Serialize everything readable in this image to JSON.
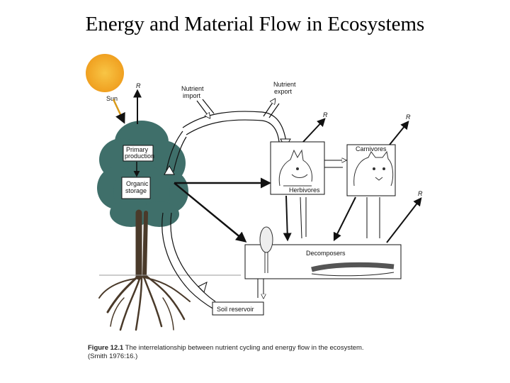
{
  "title": "Energy and Material Flow in Ecosystems",
  "labels": {
    "sun": "Sun",
    "respiration": "R",
    "nutrient_import_1": "Nutrient",
    "nutrient_import_2": "import",
    "nutrient_export_1": "Nutrient",
    "nutrient_export_2": "export",
    "primary_production_1": "Primary",
    "primary_production_2": "production",
    "organic_storage_1": "Organic",
    "organic_storage_2": "storage",
    "herbivores": "Herbivores",
    "carnivores": "Carnivores",
    "decomposers": "Decomposers",
    "soil_reservoir": "Soil reservoir"
  },
  "caption": {
    "figure": "Figure 12.1",
    "text": "The interrelationship between nutrient cycling and energy flow in the ecosystem.",
    "source": "(Smith 1976:16.)"
  },
  "colors": {
    "sun": "#f5b12a",
    "foliage": "#3f6f6a",
    "trunk": "#4a3a2a",
    "ink": "#111111"
  }
}
